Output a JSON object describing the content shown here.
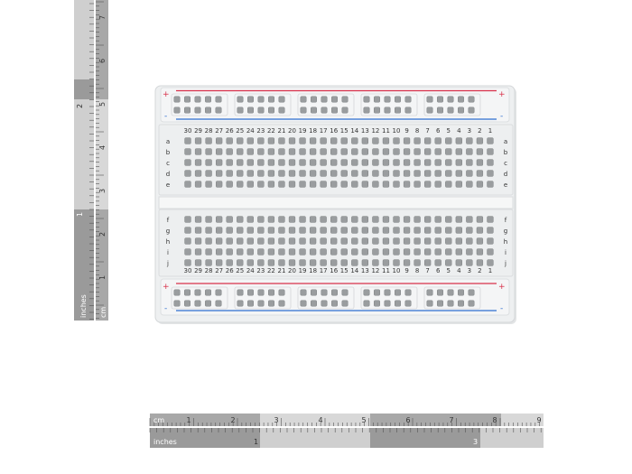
{
  "rulers": {
    "vertical": {
      "inch_label": "inches",
      "cm_label": "cm",
      "inch_numbers": [
        "1",
        "2"
      ],
      "cm_numbers": [
        "1",
        "2",
        "3",
        "4",
        "5",
        "6",
        "7"
      ]
    },
    "horizontal": {
      "cm_label": "cm",
      "inch_label": "inches",
      "cm_numbers": [
        "1",
        "2",
        "3",
        "4",
        "5",
        "6",
        "7",
        "8",
        "9"
      ],
      "inch_numbers": [
        "1",
        "3"
      ]
    }
  },
  "breadboard": {
    "columns": [
      "30",
      "29",
      "28",
      "27",
      "26",
      "25",
      "24",
      "23",
      "22",
      "21",
      "20",
      "19",
      "18",
      "17",
      "16",
      "15",
      "14",
      "13",
      "12",
      "11",
      "10",
      "9",
      "8",
      "7",
      "6",
      "5",
      "4",
      "3",
      "2",
      "1"
    ],
    "rows_top": [
      "a",
      "b",
      "c",
      "d",
      "e"
    ],
    "rows_bottom": [
      "f",
      "g",
      "h",
      "i",
      "j"
    ],
    "plus_symbol": "+",
    "minus_symbol": "-",
    "colors": {
      "plus_rail": "#d8304a",
      "minus_rail": "#2f6fcf",
      "body": "#eef0f1",
      "hole": "#9a9d9f"
    }
  }
}
